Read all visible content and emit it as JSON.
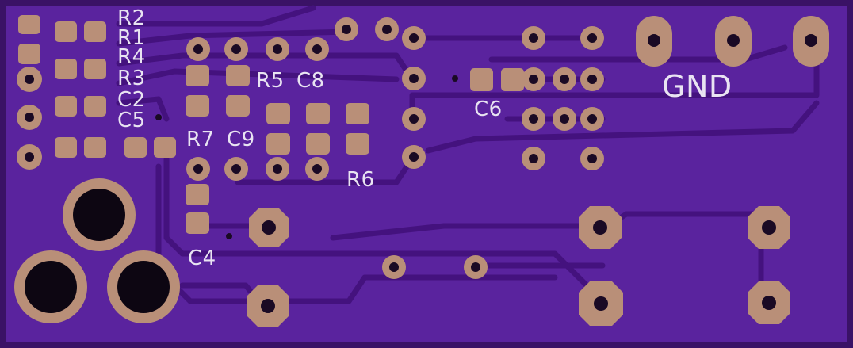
{
  "board": {
    "colors": {
      "substrate": "#3a1266",
      "copper_fill": "#5a239e",
      "trace": "#4a188a",
      "pad": "#b98f78",
      "hole": "#1a0a24",
      "silkscreen": "#e9e4f2"
    },
    "labels": {
      "r2": "R2",
      "r1": "R1",
      "r4": "R4",
      "r3": "R3",
      "c2": "C2",
      "c5": "C5",
      "r5": "R5",
      "c8": "C8",
      "r7": "R7",
      "c9": "C9",
      "r6": "R6",
      "c6": "C6",
      "c4": "C4",
      "gnd": "GND"
    }
  }
}
